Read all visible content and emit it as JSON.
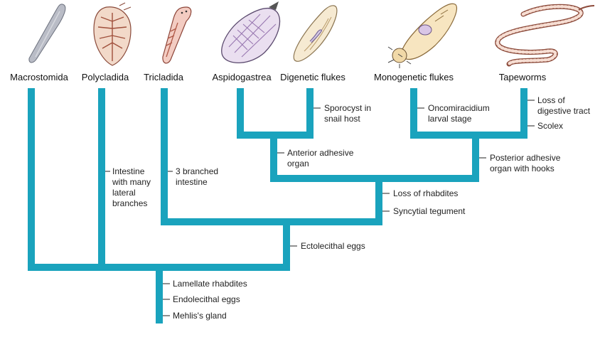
{
  "diagram": {
    "taxa": {
      "macrostomida": "Macrostomida",
      "polycladida": "Polycladida",
      "tricladida": "Tricladida",
      "aspidogastrea": "Aspidogastrea",
      "digenetic": "Digenetic flukes",
      "monogenetic": "Monogenetic flukes",
      "tapeworms": "Tapeworms"
    },
    "characters": {
      "root": [
        "Lamellate rhabdites",
        "Endolecithal eggs",
        "Mehlis's gland"
      ],
      "ectolecithal": "Ectolecithal eggs",
      "polycladida": [
        "Intestine",
        "with many",
        "lateral",
        "branches"
      ],
      "tricladida": [
        "3 branched",
        "intestine"
      ],
      "neodermata": [
        "Loss of rhabdites",
        "Syncytial tegument"
      ],
      "trematoda": [
        "Anterior adhesive",
        "organ"
      ],
      "digenetic": [
        "Sporocyst in",
        "snail host"
      ],
      "cercomeromorpha": [
        "Posterior adhesive",
        "organ with hooks"
      ],
      "monogenetic": [
        "Oncomiracidium",
        "larval stage"
      ],
      "tapeworms": [
        "Loss of",
        "digestive tract",
        "Scolex"
      ]
    },
    "colors": {
      "branch": "#1aa3bd",
      "text": "#111111"
    },
    "icons": [
      "macrostomida-illustration",
      "polycladida-illustration",
      "tricladida-illustration",
      "aspidogastrea-illustration",
      "digenetic-fluke-illustration",
      "monogenetic-fluke-illustration",
      "tapeworm-illustration"
    ]
  }
}
